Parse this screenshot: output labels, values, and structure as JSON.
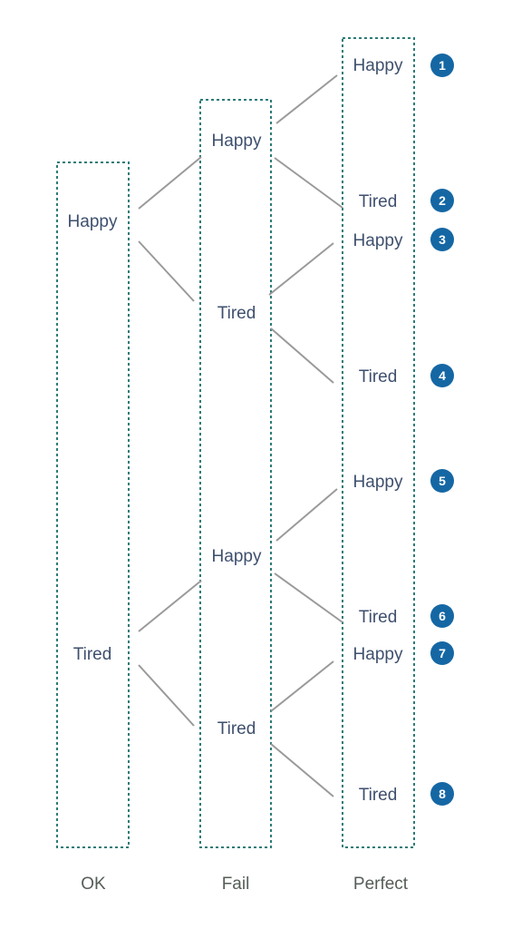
{
  "columns": [
    {
      "id": "ok",
      "label": "OK"
    },
    {
      "id": "fail",
      "label": "Fail"
    },
    {
      "id": "perfect",
      "label": "Perfect"
    }
  ],
  "nodes": [
    {
      "id": "ok-happy",
      "col": "ok",
      "label": "Happy"
    },
    {
      "id": "ok-tired",
      "col": "ok",
      "label": "Tired"
    },
    {
      "id": "fail-happy-1",
      "col": "fail",
      "label": "Happy"
    },
    {
      "id": "fail-tired-1",
      "col": "fail",
      "label": "Tired"
    },
    {
      "id": "fail-happy-2",
      "col": "fail",
      "label": "Happy"
    },
    {
      "id": "fail-tired-2",
      "col": "fail",
      "label": "Tired"
    },
    {
      "id": "perfect-1",
      "col": "perfect",
      "label": "Happy",
      "badge": "1"
    },
    {
      "id": "perfect-2",
      "col": "perfect",
      "label": "Tired",
      "badge": "2"
    },
    {
      "id": "perfect-3",
      "col": "perfect",
      "label": "Happy",
      "badge": "3"
    },
    {
      "id": "perfect-4",
      "col": "perfect",
      "label": "Tired",
      "badge": "4"
    },
    {
      "id": "perfect-5",
      "col": "perfect",
      "label": "Happy",
      "badge": "5"
    },
    {
      "id": "perfect-6",
      "col": "perfect",
      "label": "Tired",
      "badge": "6"
    },
    {
      "id": "perfect-7",
      "col": "perfect",
      "label": "Happy",
      "badge": "7"
    },
    {
      "id": "perfect-8",
      "col": "perfect",
      "label": "Tired",
      "badge": "8"
    }
  ],
  "edges": [
    {
      "from": "ok-happy",
      "to": "fail-happy-1"
    },
    {
      "from": "ok-happy",
      "to": "fail-tired-1"
    },
    {
      "from": "ok-tired",
      "to": "fail-happy-2"
    },
    {
      "from": "ok-tired",
      "to": "fail-tired-2"
    },
    {
      "from": "fail-happy-1",
      "to": "perfect-1"
    },
    {
      "from": "fail-happy-1",
      "to": "perfect-2"
    },
    {
      "from": "fail-tired-1",
      "to": "perfect-3"
    },
    {
      "from": "fail-tired-1",
      "to": "perfect-4"
    },
    {
      "from": "fail-happy-2",
      "to": "perfect-5"
    },
    {
      "from": "fail-happy-2",
      "to": "perfect-6"
    },
    {
      "from": "fail-tired-2",
      "to": "perfect-7"
    },
    {
      "from": "fail-tired-2",
      "to": "perfect-8"
    }
  ],
  "colors": {
    "box_border": "#2c7c77",
    "edge": "#9a9a9a",
    "badge": "#1567a4",
    "node_text": "#3e4f6e"
  }
}
